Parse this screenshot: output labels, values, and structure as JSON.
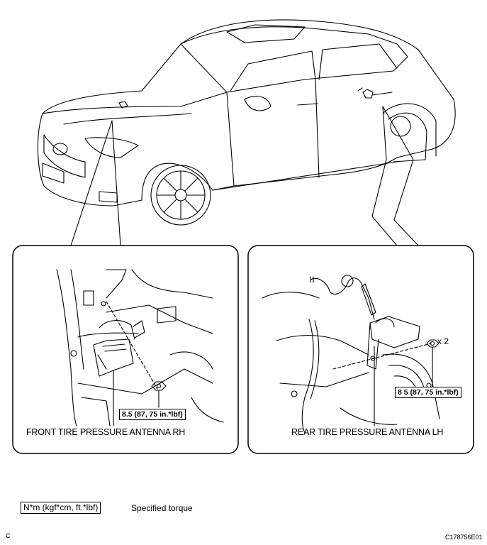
{
  "panels": {
    "front": {
      "caption": "FRONT TIRE PRESSURE ANTENNA RH",
      "torque": "8.5 (87, 75 in.*lbf)"
    },
    "rear": {
      "caption": "REAR TIRE PRESSURE ANTENNA LH",
      "torque": "8 5 (87, 75 in.*lbf)",
      "quantity": "x 2"
    }
  },
  "legend": {
    "symbol": "N*m (kgf*cm, ft.*lbf)",
    "text": "Specified torque"
  },
  "footer": {
    "left_code": "C",
    "right_code": "C178756E01"
  }
}
